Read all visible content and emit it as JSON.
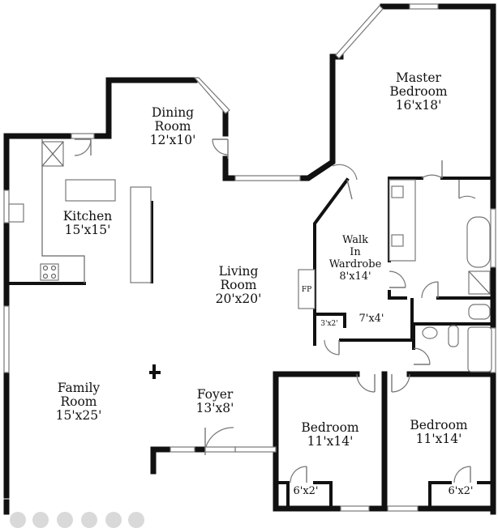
{
  "rooms": {
    "master": {
      "name_line1": "Master",
      "name_line2": "Bedroom",
      "size": "16'x18'"
    },
    "dining": {
      "name_line1": "Dining",
      "name_line2": "Room",
      "size": "12'x10'"
    },
    "kitchen": {
      "name": "Kitchen",
      "size": "15'x15'"
    },
    "living": {
      "name_line1": "Living",
      "name_line2": "Room",
      "size": "20'x20'"
    },
    "wardrobe": {
      "name_line1": "Walk",
      "name_line2": "In",
      "name_line3": "Wardrobe",
      "size": "8'x14'"
    },
    "closet_7x4": {
      "size": "7'x4'"
    },
    "closet_3x2": {
      "size": "3'x2'"
    },
    "family": {
      "name_line1": "Family",
      "name_line2": "Room",
      "size": "15'x25'"
    },
    "foyer": {
      "name": "Foyer",
      "size": "13'x8'"
    },
    "bedroom_left": {
      "name": "Bedroom",
      "size": "11'x14'"
    },
    "bedroom_right": {
      "name": "Bedroom",
      "size": "11'x14'"
    },
    "closet_left": {
      "size": "6'x2'"
    },
    "closet_right": {
      "size": "6'x2'"
    }
  },
  "fixtures": {
    "fireplace": "FP"
  }
}
